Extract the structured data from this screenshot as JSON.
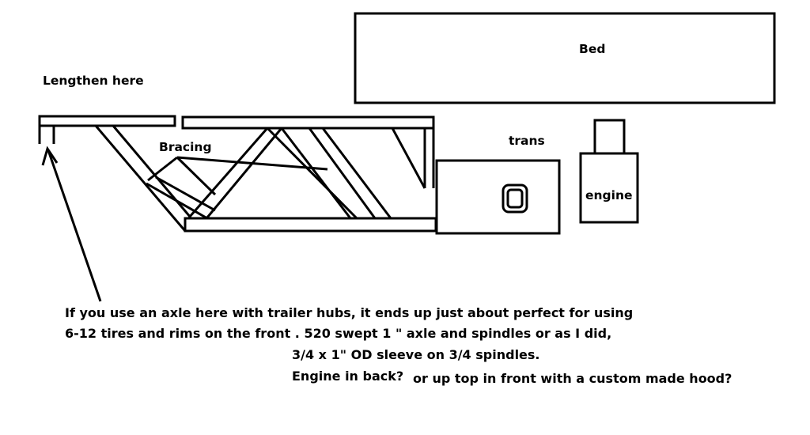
{
  "labels": {
    "bed": "Bed",
    "lengthen_here": "Lengthen here",
    "bracing": "Bracing",
    "trans": "trans",
    "engine": "engine"
  },
  "notes": {
    "line1": "If you use an axle here with trailer hubs, it ends up just about perfect for using",
    "line2": "6-12 tires and rims on the front . 520 swept 1 \" axle and spindles or as I did,",
    "line3": "3/4 x 1\" OD sleeve on 3/4 spindles.",
    "line4a": "Engine in back?",
    "line4b": "or up top in front with a custom made hood?"
  },
  "colors": {
    "ink": "#000000",
    "paper": "#ffffff"
  }
}
